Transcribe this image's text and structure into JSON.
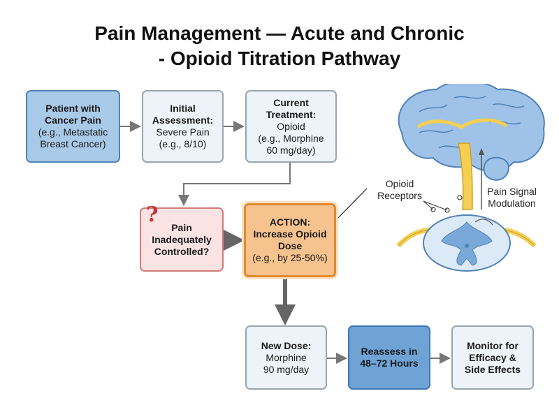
{
  "title": {
    "line1": "Pain Management — Acute and Chronic",
    "line2": "- Opioid Titration Pathway"
  },
  "nodes": {
    "patient": {
      "l1": "Patient with",
      "l2": "Cancer Pain",
      "l3": "(e.g., Metastatic",
      "l4": "Breast Cancer)"
    },
    "initial": {
      "l1": "Initial",
      "l2": "Assessment:",
      "l3": "Severe Pain",
      "l4": "(e.g., 8/10)"
    },
    "current": {
      "l1": "Current",
      "l2": "Treatment:",
      "l3": "Opioid",
      "l4": "(e.g., Morphine",
      "l5": "60 mg/day)"
    },
    "pain": {
      "icon": "question-mark-icon",
      "l1": "Pain",
      "l2": "Inadequately",
      "l3": "Controlled?"
    },
    "action": {
      "l1": "ACTION:",
      "l2": "Increase Opioid",
      "l3": "Dose",
      "l4": "(e.g., by 25-50%)"
    },
    "newdose": {
      "l1": "New Dose:",
      "l2": "Morphine",
      "l3": "90 mg/day"
    },
    "reassess": {
      "l1": "Reassess in",
      "l2": "48–72 Hours"
    },
    "monitor": {
      "l1": "Monitor for",
      "l2": "Efficacy &",
      "l3": "Side Effects"
    }
  },
  "illustration": {
    "opioid_receptors": {
      "l1": "Opioid",
      "l2": "Receptors"
    },
    "pain_signal": {
      "l1": "Pain Signal",
      "l2": "Modulation"
    }
  },
  "colors": {
    "dark_blue_node": "#a9c9e8",
    "grey_node": "#edf3f8",
    "pink_node": "#fbe3e3",
    "orange_node": "#f6c28e",
    "mid_blue_node": "#6fa3d6",
    "question_mark": "#c33a3a"
  }
}
